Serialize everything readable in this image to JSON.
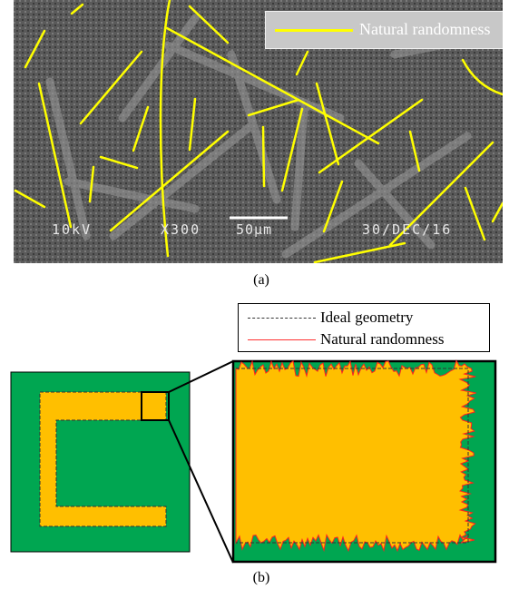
{
  "panel_a": {
    "caption": "(a)",
    "legend_label": "Natural randomness",
    "micrograph_labels": [
      "10kV",
      "X300",
      "50µm",
      "30/DEC/16"
    ],
    "line_color": "#ffff00"
  },
  "panel_b": {
    "caption": "(b)",
    "legend": {
      "ideal": "Ideal geometry",
      "random": "Natural randomness"
    },
    "colors": {
      "background": "#00a651",
      "shape": "#ffbf00",
      "rough_edge": "#ff2020",
      "ideal_edge": "#333333"
    }
  }
}
